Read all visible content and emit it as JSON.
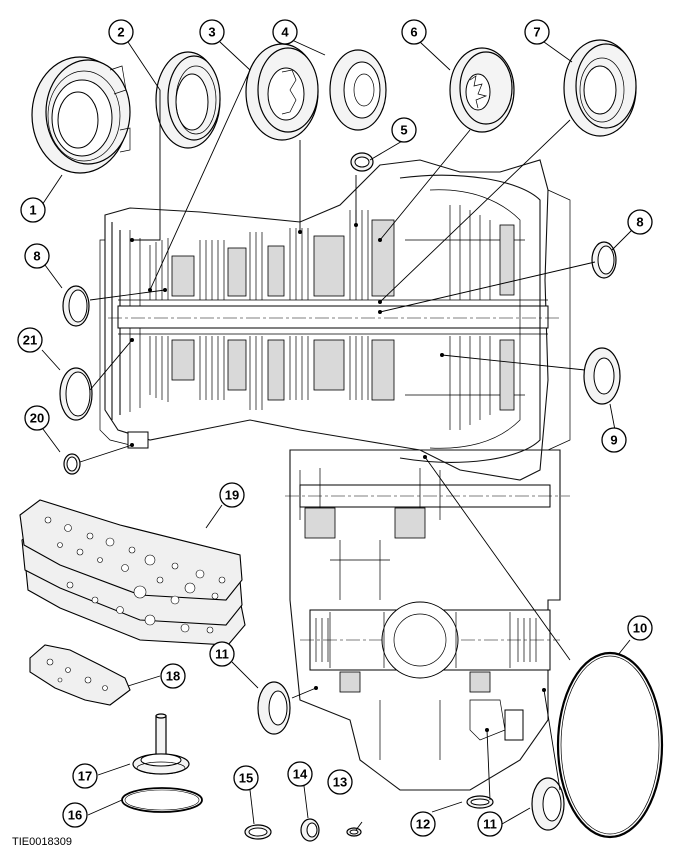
{
  "figure_code": "TIE0018309",
  "callouts": [
    {
      "id": "c1",
      "label": "1"
    },
    {
      "id": "c2",
      "label": "2"
    },
    {
      "id": "c3",
      "label": "3"
    },
    {
      "id": "c4",
      "label": "4"
    },
    {
      "id": "c5",
      "label": "5"
    },
    {
      "id": "c6",
      "label": "6"
    },
    {
      "id": "c7",
      "label": "7"
    },
    {
      "id": "c8a",
      "label": "8"
    },
    {
      "id": "c8b",
      "label": "8"
    },
    {
      "id": "c9",
      "label": "9"
    },
    {
      "id": "c10",
      "label": "10"
    },
    {
      "id": "c11a",
      "label": "11"
    },
    {
      "id": "c11b",
      "label": "11"
    },
    {
      "id": "c12",
      "label": "12"
    },
    {
      "id": "c13",
      "label": "13"
    },
    {
      "id": "c14",
      "label": "14"
    },
    {
      "id": "c15",
      "label": "15"
    },
    {
      "id": "c16",
      "label": "16"
    },
    {
      "id": "c17",
      "label": "17"
    },
    {
      "id": "c18",
      "label": "18"
    },
    {
      "id": "c19",
      "label": "19"
    },
    {
      "id": "c20",
      "label": "20"
    },
    {
      "id": "c21",
      "label": "21"
    }
  ]
}
